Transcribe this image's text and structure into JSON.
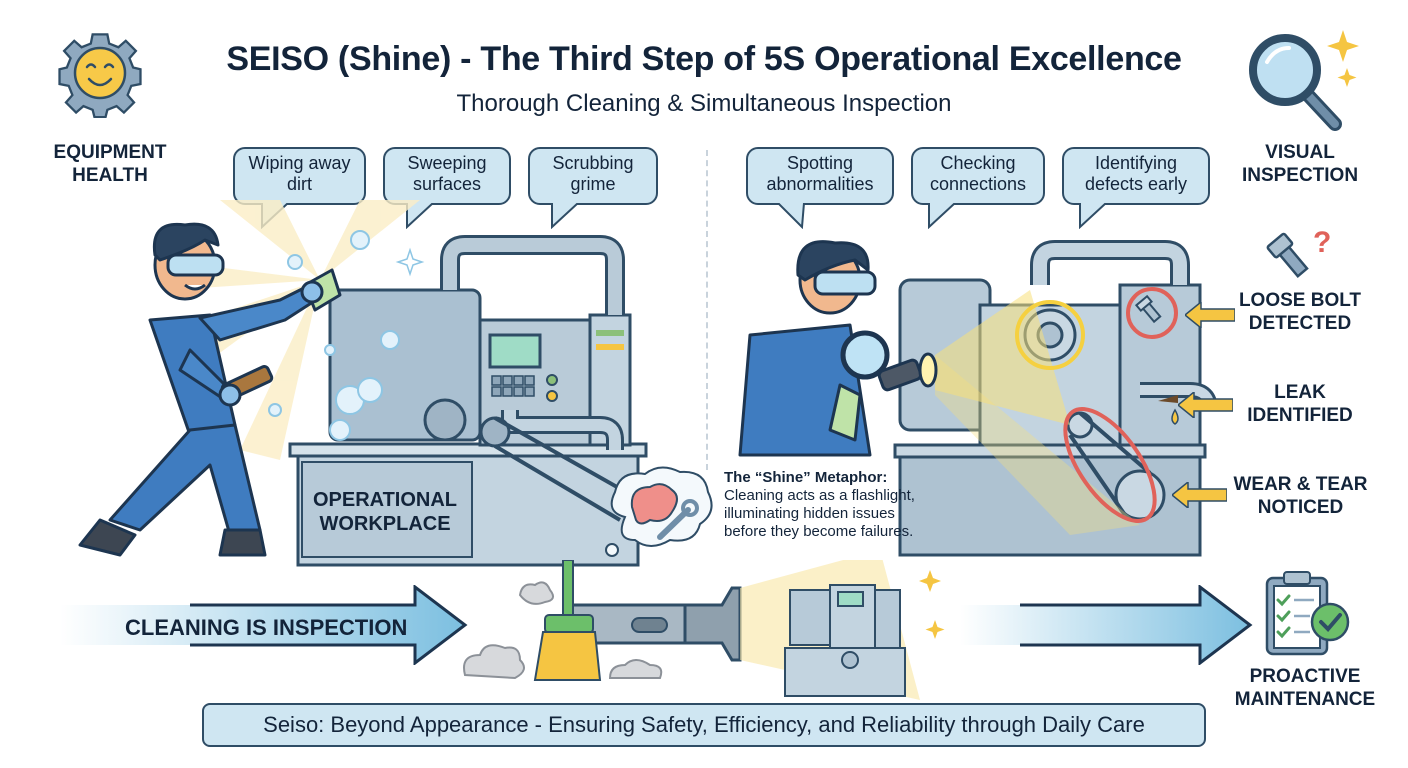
{
  "header": {
    "title": "SEISO (Shine) - The Third Step of 5S Operational Excellence",
    "subtitle": "Thorough Cleaning & Simultaneous Inspection"
  },
  "left_badge": {
    "icon": "smiling-gear-icon",
    "label_line1": "EQUIPMENT",
    "label_line2": "HEALTH"
  },
  "right_badge": {
    "icon": "magnifying-glass-icon",
    "label_line1": "VISUAL",
    "label_line2": "INSPECTION"
  },
  "cleaning_bubbles": [
    {
      "line1": "Wiping away",
      "line2": "dirt"
    },
    {
      "line1": "Sweeping",
      "line2": "surfaces"
    },
    {
      "line1": "Scrubbing",
      "line2": "grime"
    }
  ],
  "inspection_bubbles": [
    {
      "line1": "Spotting",
      "line2": "abnormalities"
    },
    {
      "line1": "Checking",
      "line2": "connections"
    },
    {
      "line1": "Identifying",
      "line2": "defects early"
    }
  ],
  "machine_plate": {
    "line1": "OPERATIONAL",
    "line2": "WORKPLACE"
  },
  "callouts": [
    {
      "icon": "bolt-question-icon",
      "line1": "LOOSE BOLT",
      "line2": "DETECTED"
    },
    {
      "line1": "LEAK",
      "line2": "IDENTIFIED"
    },
    {
      "line1": "WEAR & TEAR",
      "line2": "NOTICED"
    }
  ],
  "metaphor": {
    "heading": "The “Shine” Metaphor:",
    "line1": "Cleaning acts as a flashlight,",
    "line2": "illuminating hidden issues",
    "line3": "before they become failures."
  },
  "flow_arrow": {
    "label": "CLEANING IS INSPECTION"
  },
  "outcome": {
    "icon": "clipboard-check-icon",
    "label_line1": "PROACTIVE",
    "label_line2": "MAINTENANCE"
  },
  "footer": {
    "text": "Seiso: Beyond Appearance - Ensuring Safety, Efficiency, and Reliability through Daily Care"
  },
  "colors": {
    "navy": "#13243a",
    "bubble_fill": "#cfe6f2",
    "outline": "#2f4d66",
    "arrow_blue": "#7cbfe0",
    "highlight_yellow": "#f5c542",
    "alert_red": "#e0625a",
    "check_green": "#6cbf6a"
  }
}
